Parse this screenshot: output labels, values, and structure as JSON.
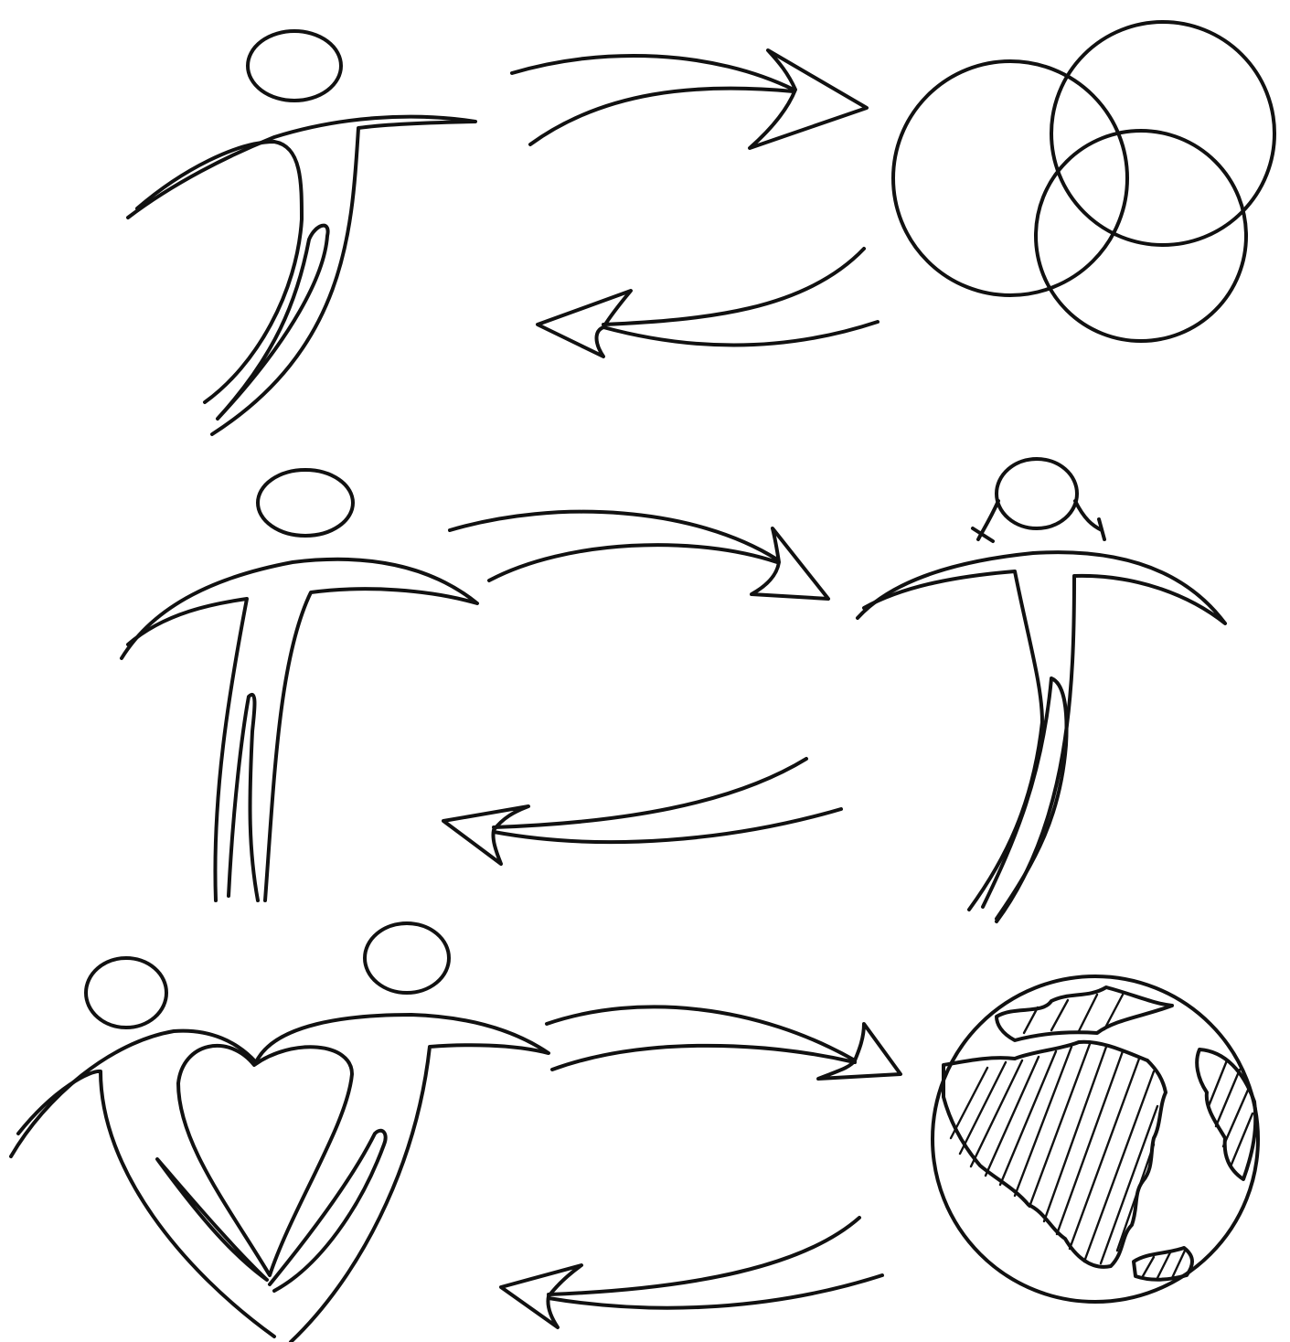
{
  "diagram": {
    "kind": "hand-drawn relationship sketch",
    "rows": [
      {
        "left": "single-person",
        "relation": "two-way-arrows",
        "right": "three-overlapping-circles"
      },
      {
        "left": "single-person",
        "relation": "two-way-arrows",
        "right": "single-person-with-ears"
      },
      {
        "left": "two-people-forming-heart",
        "relation": "two-way-arrows",
        "right": "globe"
      }
    ]
  },
  "colors": {
    "ink": "#111111",
    "paper": "#ffffff"
  }
}
